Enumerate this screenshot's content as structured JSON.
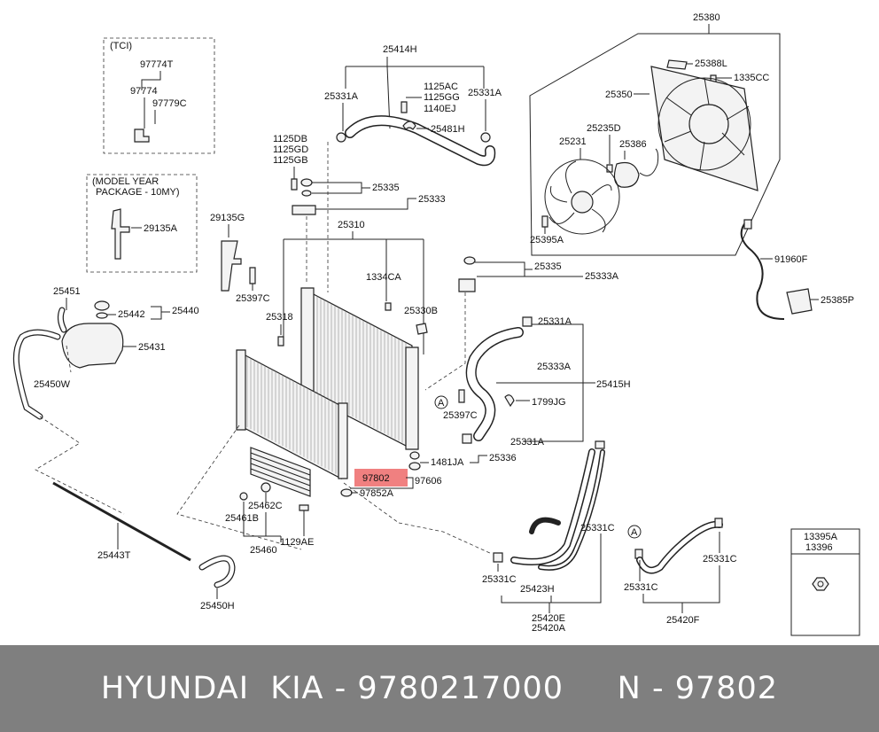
{
  "labels": {
    "tci": "(TCI)",
    "p97774T": "97774T",
    "p97774": "97774",
    "p97779C": "97779C",
    "model_year_1": "(MODEL YEAR",
    "model_year_2": "PACKAGE - 10MY)",
    "p29135A": "29135A",
    "p29135G": "29135G",
    "p25397C_a": "25397C",
    "p25318": "25318",
    "p25451": "25451",
    "p25442": "25442",
    "p25440": "25440",
    "p25431": "25431",
    "p25450W": "25450W",
    "p25443T": "25443T",
    "p25450H": "25450H",
    "p25414H": "25414H",
    "p25331A_l": "25331A",
    "p25331A_r": "25331A",
    "p1125AC": "1125AC",
    "p1125GG": "1125GG",
    "p1140EJ": "1140EJ",
    "p25481H": "25481H",
    "p1125DB": "1125DB",
    "p1125GD": "1125GD",
    "p1125GB": "1125GB",
    "p25335_top": "25335",
    "p25333": "25333",
    "p25310": "25310",
    "p1334CA": "1334CA",
    "p25330B": "25330B",
    "p25335_mid": "25335",
    "p25333A_mid": "25333A",
    "p25331A_hose": "25331A",
    "p25333A_hose": "25333A",
    "p25415H": "25415H",
    "p1799JG": "1799JG",
    "p25397C_b": "25397C",
    "p25331A_low": "25331A",
    "circle_a": "A",
    "p1481JA": "1481JA",
    "p25336": "25336",
    "p97802": "97802",
    "p97606": "97606",
    "p97852A": "97852A",
    "p25462C": "25462C",
    "p25461B": "25461B",
    "p25460": "25460",
    "p1129AE": "1129AE",
    "p25380": "25380",
    "p25388L": "25388L",
    "p1335CC": "1335CC",
    "p25350": "25350",
    "p25235D": "25235D",
    "p25231": "25231",
    "p25386": "25386",
    "p25395A": "25395A",
    "p91960F": "91960F",
    "p25385P": "25385P",
    "p25331C_a": "25331C",
    "p25331C_b": "25331C",
    "p25423H": "25423H",
    "p25420E": "25420E",
    "p25420A": "25420A",
    "circle_a2": "A",
    "p25331C_c": "25331C",
    "p25331C_d": "25331C",
    "p25420F": "25420F",
    "p13395A": "13395A",
    "p13396": "13396"
  },
  "highlight_color": "#f08080",
  "footer": {
    "text": "HYUNDAI  KIA - 9780217000     N - 97802"
  }
}
